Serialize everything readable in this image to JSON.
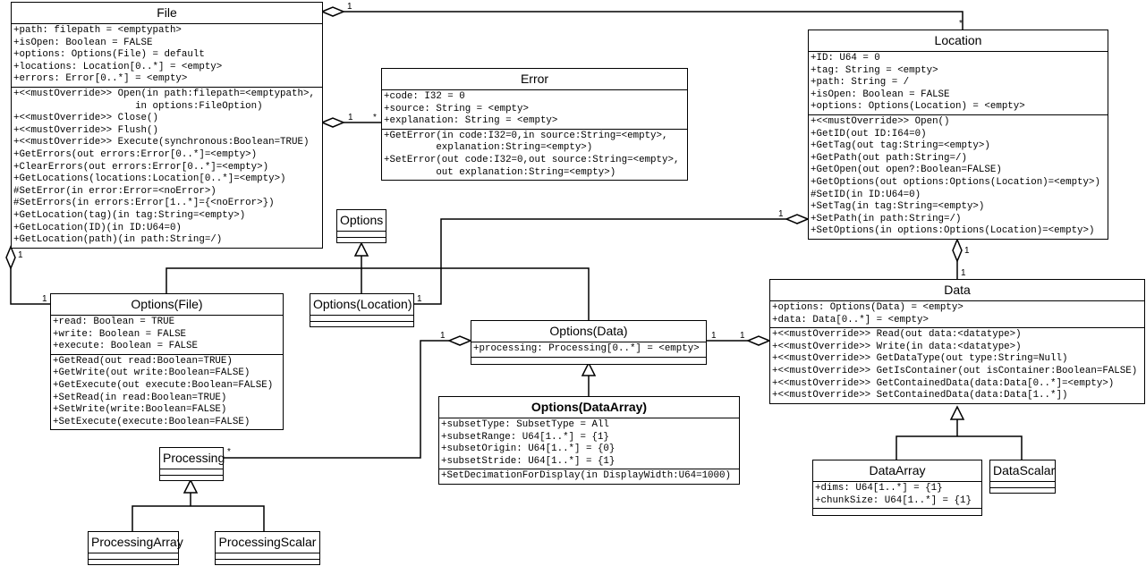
{
  "classes": {
    "file": {
      "name": "File",
      "attributes": [
        "+path: filepath = <emptypath>",
        "+isOpen: Boolean = FALSE",
        "+options: Options(File) = default",
        "+locations: Location[0..*] = <empty>",
        "+errors: Error[0..*] = <empty>"
      ],
      "methods": [
        "+<<mustOverride>> Open(in path:filepath=<emptypath>,",
        "                     in options:FileOption)",
        "+<<mustOverride>> Close()",
        "+<<mustOverride>> Flush()",
        "+<<mustOverride>> Execute(synchronous:Boolean=TRUE)",
        "+GetErrors(out errors:Error[0..*]=<empty>)",
        "+ClearErrors(out errors:Error[0..*]=<empty>)",
        "+GetLocations(locations:Location[0..*]=<empty>)",
        "#SetError(in error:Error=<noError>)",
        "#SetErrors(in errors:Error[1..*]={<noError>})",
        "+GetLocation(tag)(in tag:String=<empty>)",
        "+GetLocation(ID)(in ID:U64=0)",
        "+GetLocation(path)(in path:String=/)"
      ]
    },
    "error": {
      "name": "Error",
      "attributes": [
        "+code: I32 = 0",
        "+source: String = <empty>",
        "+explanation: String = <empty>"
      ],
      "methods": [
        "+GetError(in code:I32=0,in source:String=<empty>,",
        "         explanation:String=<empty>)",
        "+SetError(out code:I32=0,out source:String=<empty>,",
        "         out explanation:String=<empty>)"
      ]
    },
    "location": {
      "name": "Location",
      "attributes": [
        "+ID: U64 = 0",
        "+tag: String = <empty>",
        "+path: String = /",
        "+isOpen: Boolean = FALSE",
        "+options: Options(Location) = <empty>"
      ],
      "methods": [
        "+<<mustOverride>> Open()",
        "+GetID(out ID:I64=0)",
        "+GetTag(out tag:String=<empty>)",
        "+GetPath(out path:String=/)",
        "+GetOpen(out open?:Boolean=FALSE)",
        "+GetOptions(out options:Options(Location)=<empty>)",
        "#SetID(in ID:U64=0)",
        "+SetTag(in tag:String=<empty>)",
        "+SetPath(in path:String=/)",
        "+SetOptions(in options:Options(Location)=<empty>)"
      ]
    },
    "options": {
      "name": "Options",
      "attributes": [],
      "methods": []
    },
    "options_file": {
      "name": "Options(File)",
      "attributes": [
        "+read: Boolean = TRUE",
        "+write: Boolean = FALSE",
        "+execute: Boolean = FALSE"
      ],
      "methods": [
        "+GetRead(out read:Boolean=TRUE)",
        "+GetWrite(out write:Boolean=FALSE)",
        "+GetExecute(out execute:Boolean=FALSE)",
        "+SetRead(in read:Boolean=TRUE)",
        "+SetWrite(write:Boolean=FALSE)",
        "+SetExecute(execute:Boolean=FALSE)"
      ]
    },
    "options_location": {
      "name": "Options(Location)",
      "attributes": [],
      "methods": []
    },
    "options_data": {
      "name": "Options(Data)",
      "attributes": [
        "+processing: Processing[0..*] = <empty>"
      ],
      "methods": []
    },
    "options_dataarray": {
      "name": "Options(DataArray)",
      "attributes": [
        "+subsetType: SubsetType = All",
        "+subsetRange: U64[1..*] = {1}",
        "+subsetOrigin: U64[1..*] = {0}",
        "+subsetStride: U64[1..*] = {1}"
      ],
      "methods": [
        "+SetDecimationForDisplay(in DisplayWidth:U64=1000)"
      ]
    },
    "data": {
      "name": "Data",
      "attributes": [
        "+options: Options(Data) = <empty>",
        "+data: Data[0..*] = <empty>"
      ],
      "methods": [
        "+<<mustOverride>> Read(out data:<datatype>)",
        "+<<mustOverride>> Write(in data:<datatype>)",
        "+<<mustOverride>> GetDataType(out type:String=Null)",
        "+<<mustOverride>> GetIsContainer(out isContainer:Boolean=FALSE)",
        "+<<mustOverride>> GetContainedData(data:Data[0..*]=<empty>)",
        "+<<mustOverride>> SetContainedData(data:Data[1..*])"
      ]
    },
    "dataarray": {
      "name": "DataArray",
      "attributes": [
        "+dims: U64[1..*] = {1}",
        "+chunkSize: U64[1..*] = {1}"
      ],
      "methods": []
    },
    "datascalar": {
      "name": "DataScalar",
      "attributes": [],
      "methods": []
    },
    "processing": {
      "name": "Processing",
      "attributes": [],
      "methods": []
    },
    "processingarray": {
      "name": "ProcessingArray",
      "attributes": [],
      "methods": []
    },
    "processingscalar": {
      "name": "ProcessingScalar",
      "attributes": [],
      "methods": []
    }
  },
  "associations": {
    "file_location": {
      "from": "1",
      "to": "*"
    },
    "file_error": {
      "from": "1",
      "to": "*"
    },
    "file_optionsfile": {
      "from": "1",
      "to": "1"
    },
    "location_optionslocation": {
      "from": "1",
      "to": "1"
    },
    "location_data": {
      "from": "1",
      "to": "1"
    },
    "optionsdata_data": {
      "from": "1",
      "to": "1"
    },
    "optionsdata_processing": {
      "from": "1",
      "to": "*"
    }
  }
}
